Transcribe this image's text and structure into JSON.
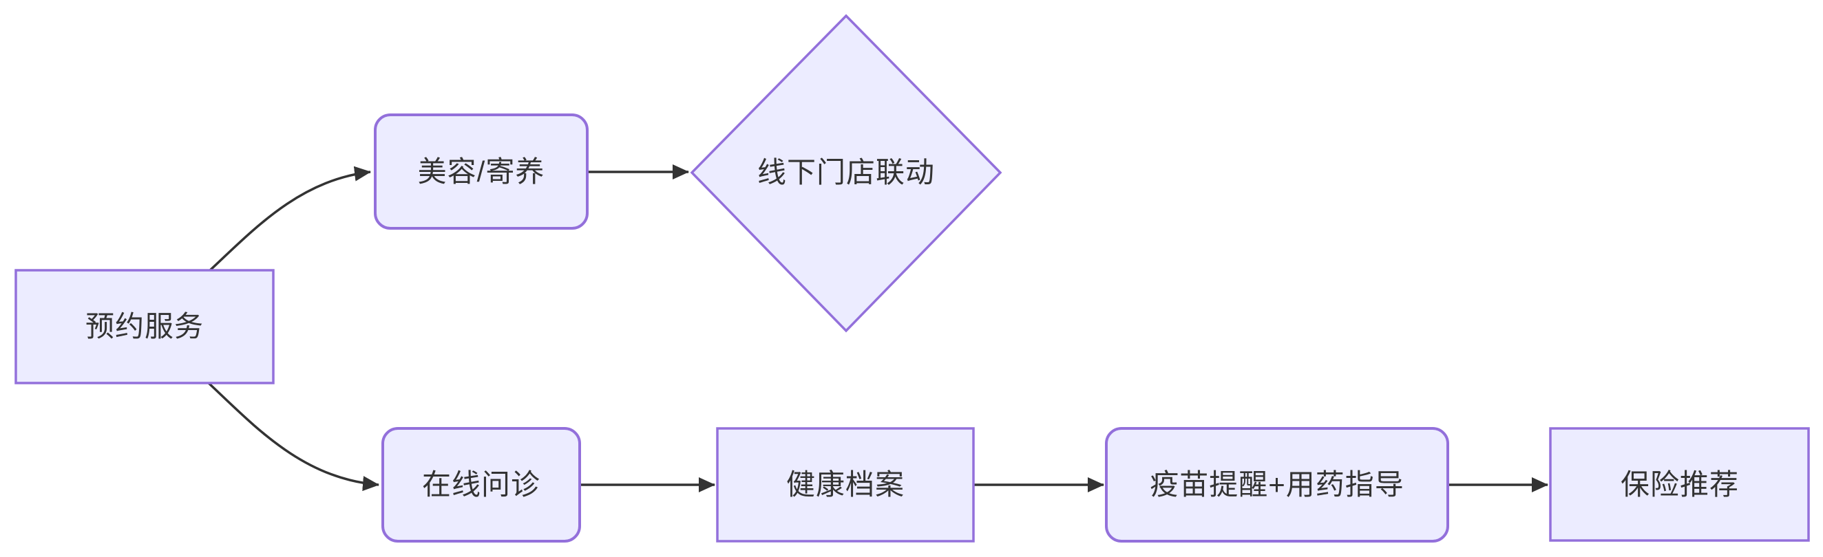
{
  "diagram": {
    "type": "flowchart",
    "direction": "left-to-right",
    "colors": {
      "node_fill": "#ECECFF",
      "node_border": "#9370DB",
      "edge_line": "#333333",
      "label_text": "#333333",
      "background": "#ffffff"
    },
    "nodes": [
      {
        "id": "A",
        "label": "预约服务",
        "shape": "rectangle"
      },
      {
        "id": "B",
        "label": "美容/寄养",
        "shape": "rounded"
      },
      {
        "id": "C",
        "label": "线下门店联动",
        "shape": "diamond"
      },
      {
        "id": "D",
        "label": "在线问诊",
        "shape": "rounded"
      },
      {
        "id": "E",
        "label": "健康档案",
        "shape": "rectangle"
      },
      {
        "id": "F",
        "label": "疫苗提醒+用药指导",
        "shape": "rounded"
      },
      {
        "id": "G",
        "label": "保险推荐",
        "shape": "rectangle"
      }
    ],
    "edges": [
      {
        "from": "预约服务",
        "to": "美容/寄养",
        "style": "curved",
        "arrow": "filled-triangle"
      },
      {
        "from": "美容/寄养",
        "to": "线下门店联动",
        "style": "straight",
        "arrow": "filled-triangle"
      },
      {
        "from": "预约服务",
        "to": "在线问诊",
        "style": "curved",
        "arrow": "filled-triangle"
      },
      {
        "from": "在线问诊",
        "to": "健康档案",
        "style": "straight",
        "arrow": "filled-triangle"
      },
      {
        "from": "健康档案",
        "to": "疫苗提醒+用药指导",
        "style": "straight",
        "arrow": "filled-triangle"
      },
      {
        "from": "疫苗提醒+用药指导",
        "to": "保险推荐",
        "style": "straight",
        "arrow": "filled-triangle"
      }
    ]
  }
}
